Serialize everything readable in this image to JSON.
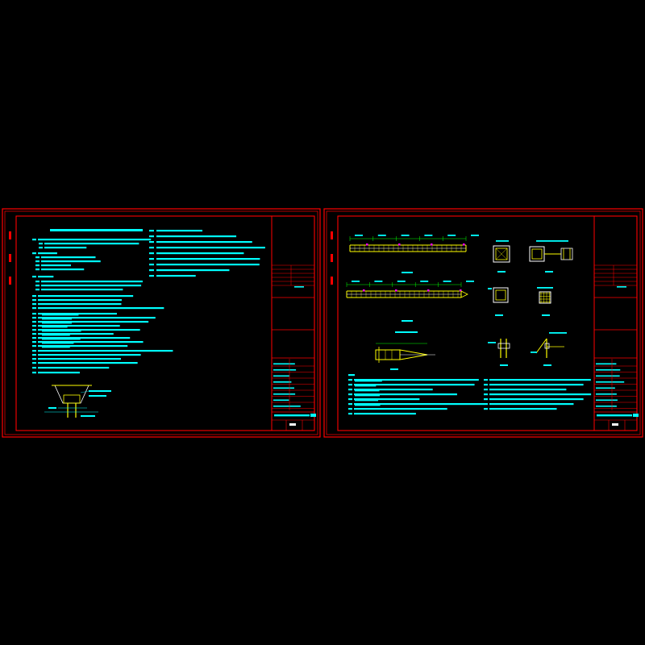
{
  "canvas": {
    "background": "#000000",
    "colors": {
      "frame": "#ff0000",
      "text": "#00ffff",
      "drawing": "#ffff00",
      "dimension": "#00ff00",
      "white": "#ffffff",
      "magenta": "#ff00ff"
    }
  },
  "sheets": [
    {
      "name": "sheet-1",
      "content": "design-notes-text-and-pile-cap-detail"
    },
    {
      "name": "sheet-2",
      "content": "pile-elevations-sections-and-notes"
    }
  ]
}
